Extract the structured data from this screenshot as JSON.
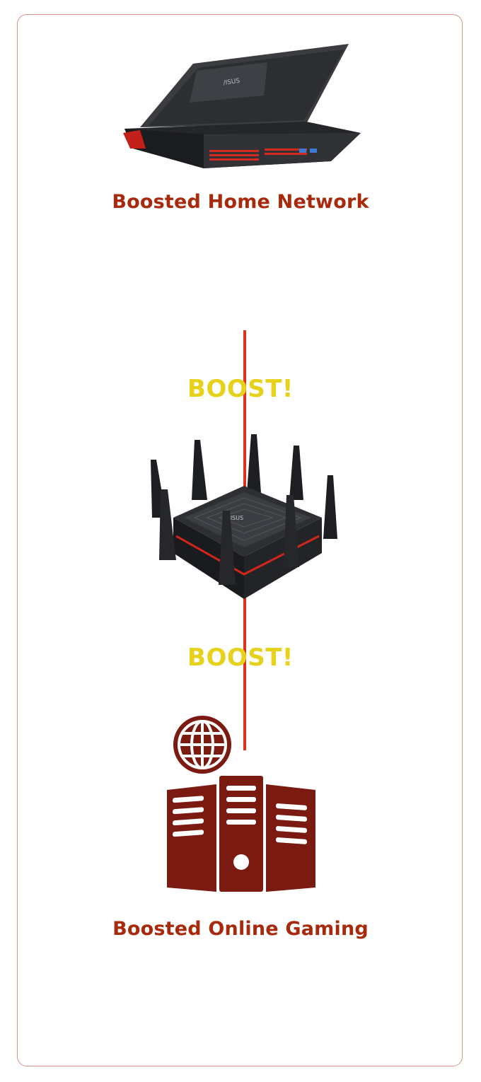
{
  "labels": {
    "home_network": "Boosted Home Network",
    "online_gaming": "Boosted Online Gaming",
    "boost_top": "BOOST!",
    "boost_bottom": "BOOST!"
  },
  "logo_text": "/ISUS",
  "icons": {
    "laptop": "laptop-icon",
    "router": "router-icon",
    "globe": "globe-icon",
    "server": "server-icon"
  },
  "colors": {
    "caption": "#a8290c",
    "boost": "#e6d21a",
    "connector_line": "#e0301e",
    "server_fill": "#7b1a10",
    "frame_border": "#d9958b"
  }
}
